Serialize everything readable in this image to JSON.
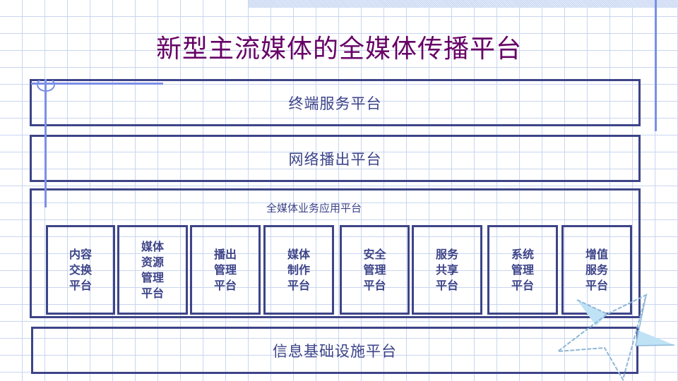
{
  "title": "新型主流媒体的全媒体传播平台",
  "layers": {
    "terminal": "终端服务平台",
    "network": "网络播出平台",
    "apps": {
      "label": "全媒体业务应用平台",
      "modules": [
        {
          "lines": [
            "内容",
            "交换",
            "平台"
          ]
        },
        {
          "lines": [
            "媒体",
            "资源",
            "管理",
            "平台"
          ]
        },
        {
          "lines": [
            "播出",
            "管理",
            "平台"
          ]
        },
        {
          "lines": [
            "媒体",
            "制作",
            "平台"
          ]
        },
        {
          "lines": [
            "安全",
            "管理",
            "平台"
          ]
        },
        {
          "lines": [
            "服务",
            "共享",
            "平台"
          ]
        },
        {
          "lines": [
            "系统",
            "管理",
            "平台"
          ]
        },
        {
          "lines": [
            "增值",
            "服务",
            "平台"
          ]
        }
      ]
    },
    "info": "信息基础设施平台"
  },
  "colors": {
    "title": "#660066",
    "box_border": "#3d4488",
    "accent_line": "#7a8fe8",
    "grid": "#c9d6f0",
    "star_fill": "#bfe3f5"
  }
}
